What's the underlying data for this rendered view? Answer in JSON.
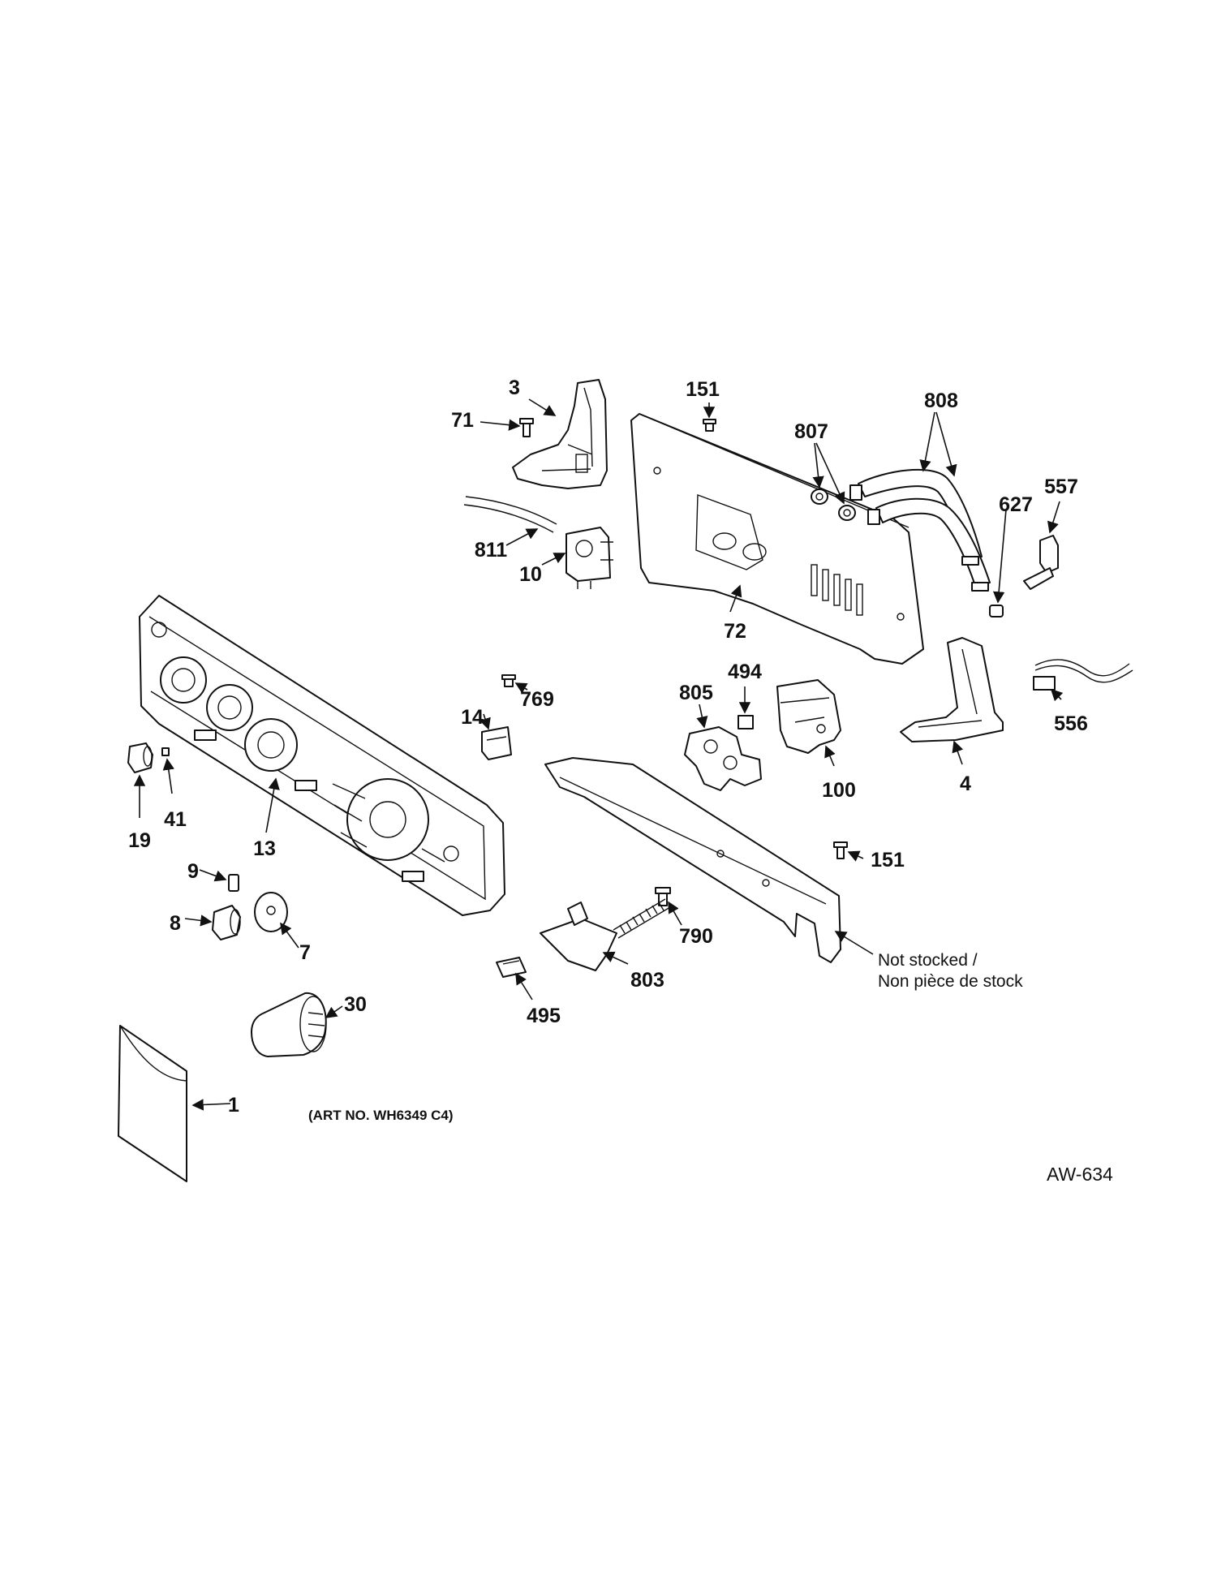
{
  "art_number": "(ART NO. WH6349 C4)",
  "diagram_code": "AW-634",
  "not_stocked_note": [
    "Not stocked /",
    "Non pièce de stock"
  ],
  "callouts": {
    "p3": "3",
    "p71": "71",
    "p151a": "151",
    "p808": "808",
    "p807": "807",
    "p557": "557",
    "p627": "627",
    "p811": "811",
    "p10": "10",
    "p72": "72",
    "p769": "769",
    "p805": "805",
    "p494": "494",
    "p556": "556",
    "p14": "14",
    "p100": "100",
    "p4": "4",
    "p19": "19",
    "p41": "41",
    "p13": "13",
    "p151b": "151",
    "p9": "9",
    "p8": "8",
    "p7": "7",
    "p790": "790",
    "p803": "803",
    "p495": "495",
    "p30": "30",
    "p1": "1"
  }
}
